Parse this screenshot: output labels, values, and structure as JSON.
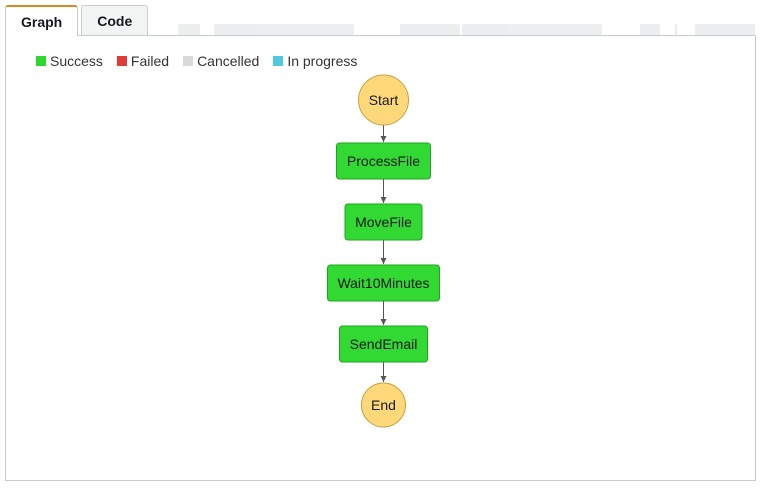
{
  "tabs": [
    {
      "label": "Graph",
      "active": true
    },
    {
      "label": "Code",
      "active": false
    }
  ],
  "legend": [
    {
      "label": "Success",
      "color": "#2ed82e"
    },
    {
      "label": "Failed",
      "color": "#e03a3a"
    },
    {
      "label": "Cancelled",
      "color": "#d9d9d9"
    },
    {
      "label": "In progress",
      "color": "#4fc8e0"
    }
  ],
  "colors": {
    "start_end_fill": "#ffd87a",
    "start_end_stroke": "#c8a040",
    "success_fill": "#33d933",
    "success_stroke": "#1ea51e",
    "edge": "#555555",
    "tab_accent": "#d68a21"
  },
  "graph": {
    "nodes": [
      {
        "id": "start",
        "label": "Start",
        "shape": "circle",
        "status": "start"
      },
      {
        "id": "processfile",
        "label": "ProcessFile",
        "shape": "rect",
        "status": "Success"
      },
      {
        "id": "movefile",
        "label": "MoveFile",
        "shape": "rect",
        "status": "Success"
      },
      {
        "id": "wait10minutes",
        "label": "Wait10Minutes",
        "shape": "rect",
        "status": "Success"
      },
      {
        "id": "sendemail",
        "label": "SendEmail",
        "shape": "rect",
        "status": "Success"
      },
      {
        "id": "end",
        "label": "End",
        "shape": "circle",
        "status": "end"
      }
    ],
    "edges": [
      [
        "start",
        "processfile"
      ],
      [
        "processfile",
        "movefile"
      ],
      [
        "movefile",
        "wait10minutes"
      ],
      [
        "wait10minutes",
        "sendemail"
      ],
      [
        "sendemail",
        "end"
      ]
    ]
  }
}
